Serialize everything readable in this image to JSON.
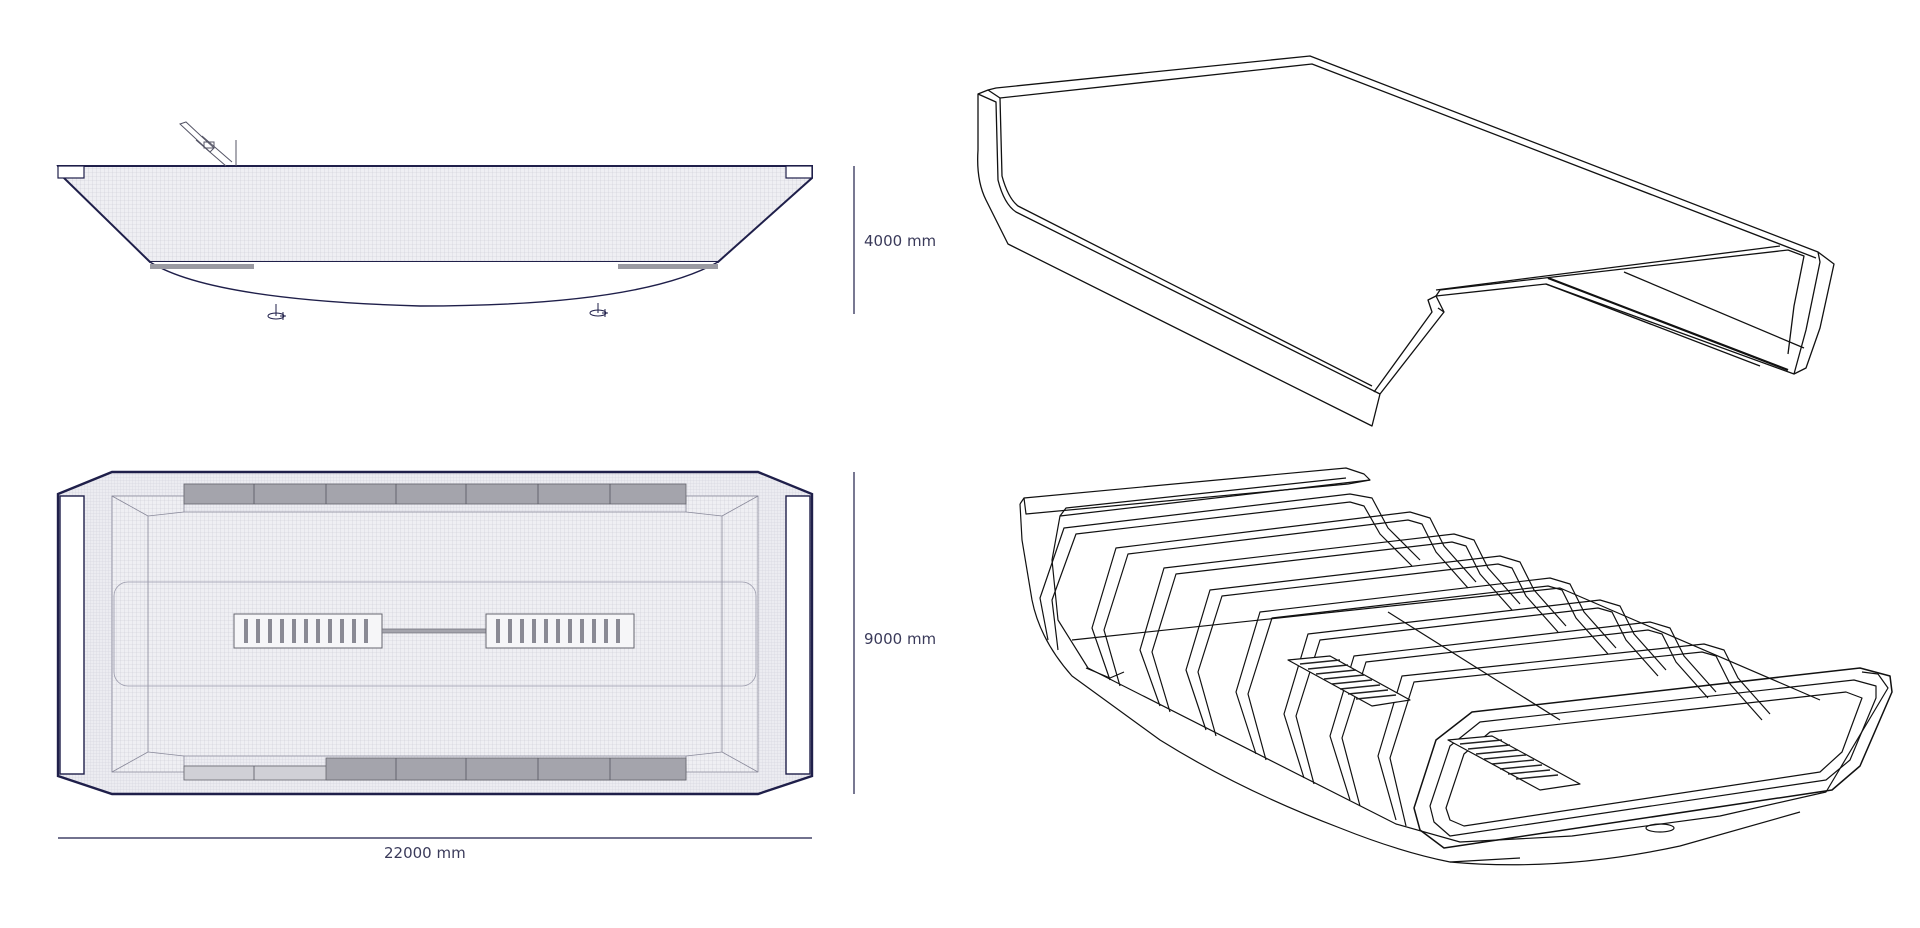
{
  "dimensions": {
    "height_label": "4000 mm",
    "width_label": "9000 mm",
    "length_label": "22000 mm"
  },
  "colors": {
    "line_navy": "#1f1f4a",
    "line_black": "#111111",
    "hatch_fill": "#e4e4ea",
    "dark_panel": "#9a9aa2",
    "text": "#3a3a5a"
  },
  "views": {
    "side_elevation": "side-elevation",
    "plan_view": "plan-view",
    "iso_shell": "iso-shell",
    "iso_frame": "iso-frame"
  }
}
